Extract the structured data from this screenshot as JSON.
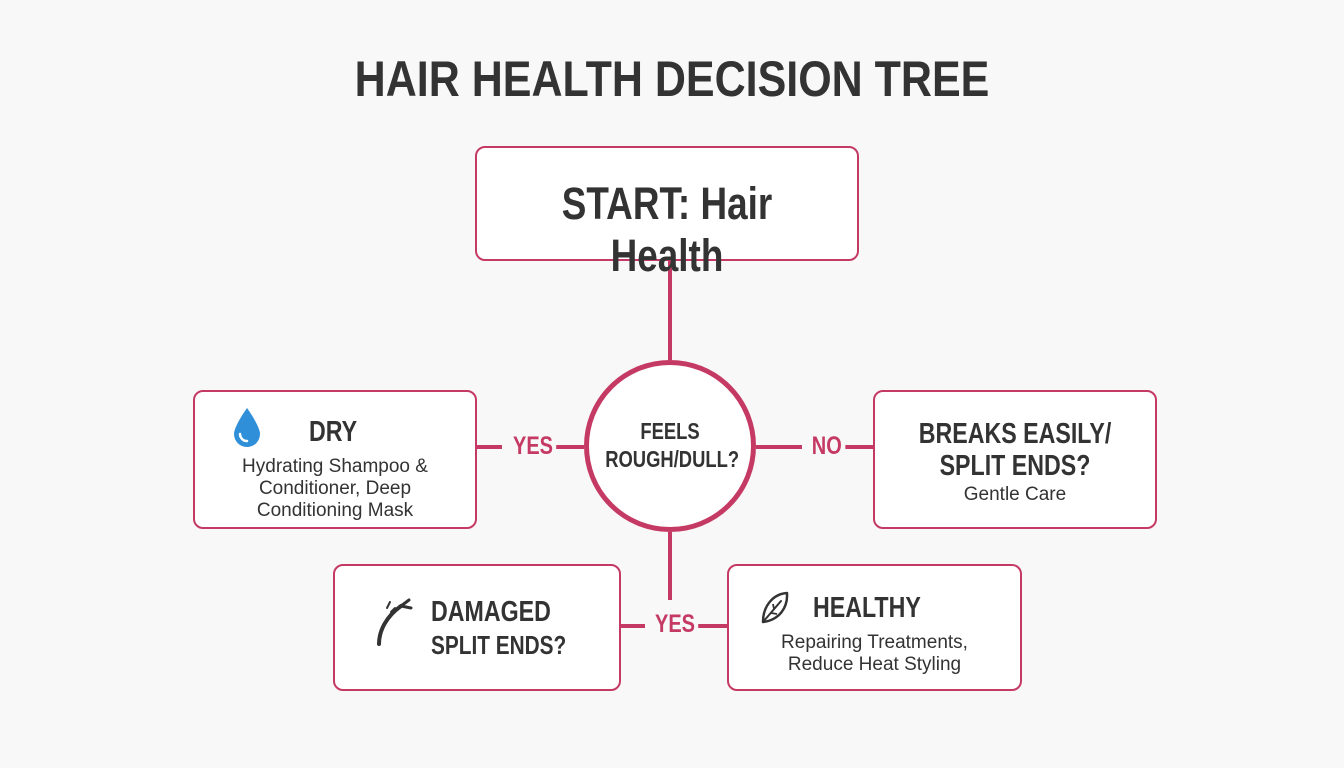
{
  "title": "HAIR HEALTH DECISION TREE",
  "start": {
    "label": "START: Hair Health"
  },
  "question": {
    "line1": "FEELS",
    "line2": "ROUGH/DULL?"
  },
  "edges": {
    "left_label": "YES",
    "right_label": "NO",
    "bottom_label": "YES"
  },
  "dry": {
    "icon": "water-drop-icon",
    "heading": "DRY",
    "line1": "Hydrating Shampoo &",
    "line2": "Conditioner, Deep",
    "line3": "Conditioning Mask"
  },
  "breaks": {
    "heading_line1": "BREAKS EASILY/",
    "heading_line2": "SPLIT ENDS?",
    "line1": "Gentle Care"
  },
  "damaged": {
    "icon": "split-hair-icon",
    "heading_line1": "DAMAGED",
    "heading_line2": "SPLIT ENDS?"
  },
  "healthy": {
    "icon": "leaf-icon",
    "heading": "HEALTHY",
    "line1": "Repairing Treatments,",
    "line2": "Reduce Heat Styling"
  },
  "colors": {
    "accent": "#c53a64",
    "text": "#333333",
    "drop": "#2f8fd8"
  }
}
